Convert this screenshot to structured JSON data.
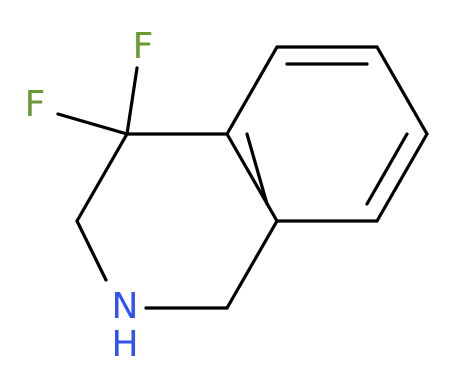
{
  "molecule": {
    "bond_color": "#000000",
    "atoms": [
      {
        "id": "F1",
        "symbol": "F",
        "color": "#6a9a35"
      },
      {
        "id": "F2",
        "symbol": "F",
        "color": "#6a9a35"
      },
      {
        "id": "N",
        "symbol": "N",
        "color": "#3050f8"
      },
      {
        "id": "H",
        "symbol": "H",
        "color": "#3050f8"
      }
    ]
  }
}
